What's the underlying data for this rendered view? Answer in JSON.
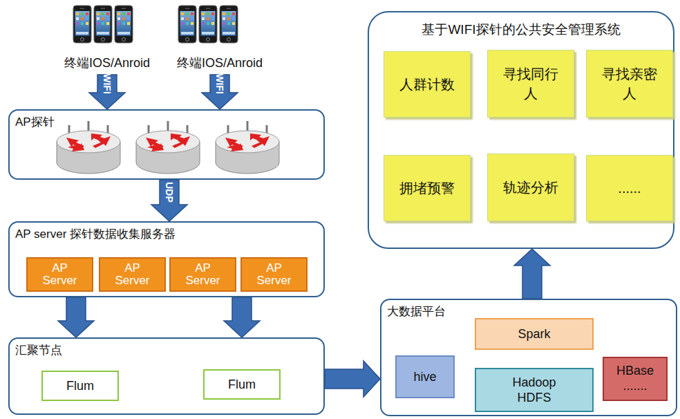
{
  "diagram": {
    "nodes": [
      {
        "text": [
          "终端IOS/Anroid"
        ]
      },
      {
        "text": [
          "终端IOS/Anroid"
        ]
      },
      {
        "text": [
          "AP探针"
        ]
      },
      {
        "text": [
          "AP server 探针数据收集服务器"
        ]
      },
      {
        "text": [
          "AP Server"
        ],
        "in": 3
      },
      {
        "text": [
          "AP Server"
        ],
        "in": 3
      },
      {
        "text": [
          "AP Server"
        ],
        "in": 3
      },
      {
        "text": [
          "AP Server"
        ],
        "in": 3
      },
      {
        "text": [
          "汇聚节点"
        ]
      },
      {
        "text": [
          "Flum"
        ],
        "in": 8
      },
      {
        "text": [
          "Flum"
        ],
        "in": 8
      },
      {
        "text": [
          "大数据平台"
        ]
      },
      {
        "text": [
          "Spark"
        ],
        "in": 11
      },
      {
        "text": [
          "hive"
        ],
        "in": 11
      },
      {
        "text": [
          "Hadoop HDFS"
        ],
        "in": 11
      },
      {
        "text": [
          "HBase ......."
        ],
        "in": 11
      },
      {
        "text": [
          "基于WIFI探针的公共安全管理系统"
        ]
      },
      {
        "text": [
          "人群计数"
        ],
        "in": 16
      },
      {
        "text": [
          "寻找同行人"
        ],
        "in": 16
      },
      {
        "text": [
          "寻找亲密人"
        ],
        "in": 16
      },
      {
        "text": [
          "拥堵预警"
        ],
        "in": 16
      },
      {
        "text": [
          "轨迹分析"
        ],
        "in": 16
      },
      {
        "text": [
          "......"
        ],
        "in": 16
      }
    ],
    "edges": [
      {
        "from": 0,
        "to": 2,
        "label": "WIFI",
        "arrow": "to"
      },
      {
        "from": 1,
        "to": 2,
        "label": "WIFI",
        "arrow": "to"
      },
      {
        "from": 2,
        "to": 3,
        "label": "UDP",
        "arrow": "to"
      },
      {
        "from": 3,
        "to": 8,
        "arrow": "to"
      },
      {
        "from": 3,
        "to": 8,
        "arrow": "to"
      },
      {
        "from": 8,
        "to": 11,
        "arrow": "to"
      },
      {
        "from": 11,
        "to": 16,
        "arrow": "to"
      }
    ]
  }
}
